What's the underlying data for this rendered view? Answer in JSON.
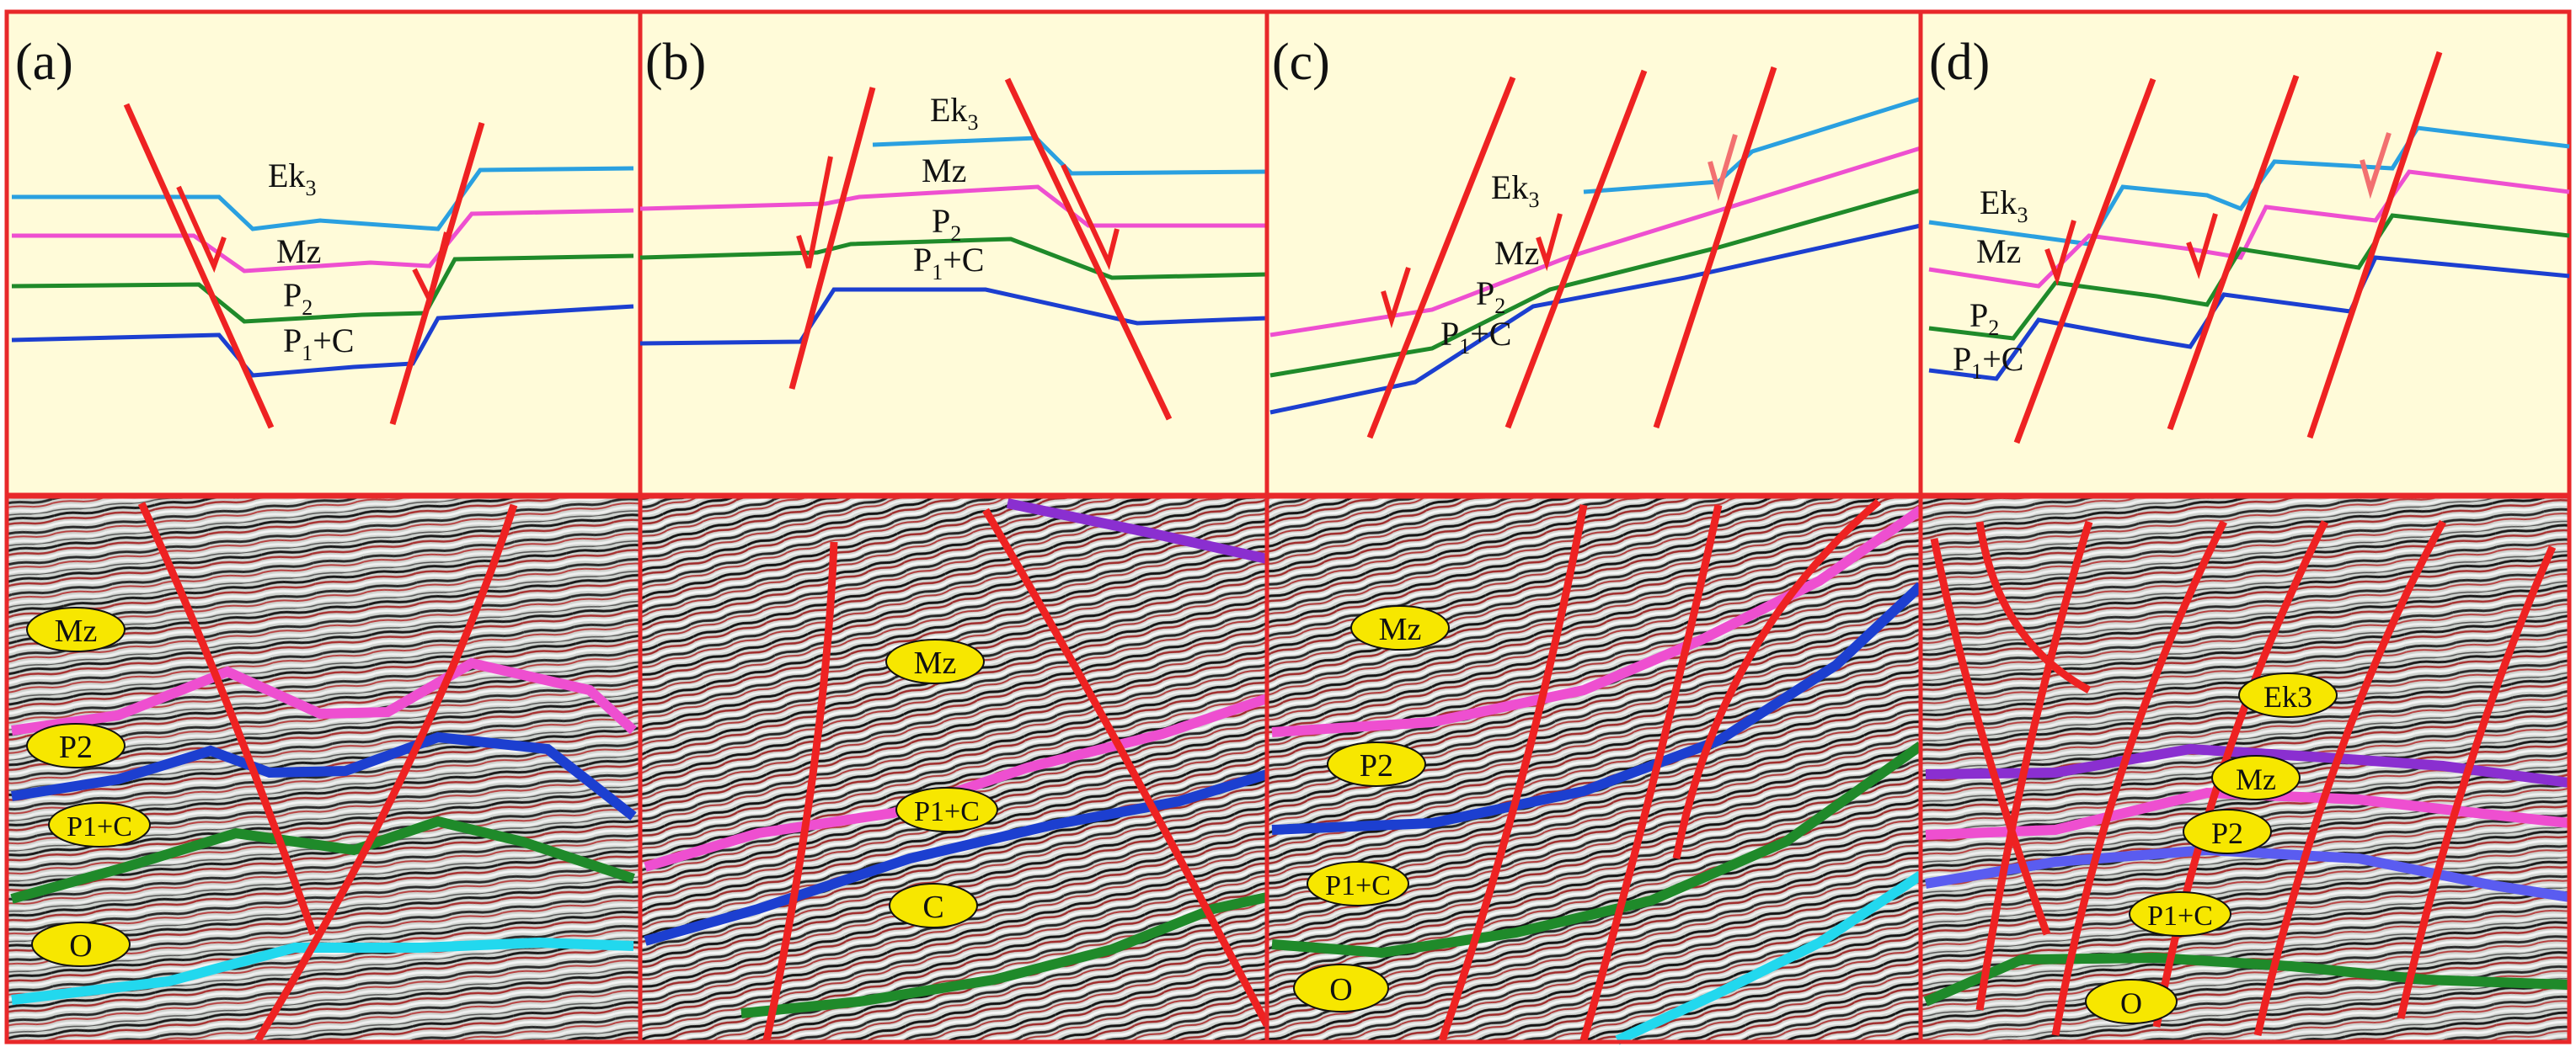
{
  "panels": [
    {
      "id": "a",
      "panel_label": "(a)",
      "schematic_labels": {
        "ek": "Ek",
        "ek_sub": "3",
        "mz": "Mz",
        "p2": "P",
        "p2_sub": "2",
        "p1c": "P",
        "p1c_sub": "1",
        "p1c_rest": "+C"
      },
      "seismic_labels": [
        "Mz",
        "P2",
        "P1+C",
        "O"
      ]
    },
    {
      "id": "b",
      "panel_label": "(b)",
      "schematic_labels": {
        "ek": "Ek",
        "ek_sub": "3",
        "mz": "Mz",
        "p2": "P",
        "p2_sub": "2",
        "p1c": "P",
        "p1c_sub": "1",
        "p1c_rest": "+C"
      },
      "seismic_labels": [
        "Mz",
        "P1+C",
        "C"
      ]
    },
    {
      "id": "c",
      "panel_label": "(c)",
      "schematic_labels": {
        "ek": "Ek",
        "ek_sub": "3",
        "mz": "Mz",
        "p2": "P",
        "p2_sub": "2",
        "p1c": "P",
        "p1c_sub": "1",
        "p1c_rest": "+C"
      },
      "seismic_labels": [
        "Mz",
        "P2",
        "P1+C",
        "O"
      ]
    },
    {
      "id": "d",
      "panel_label": "(d)",
      "schematic_labels": {
        "ek": "Ek",
        "ek_sub": "3",
        "mz": "Mz",
        "p2": "P",
        "p2_sub": "2",
        "p1c": "P",
        "p1c_sub": "1",
        "p1c_rest": "+C"
      },
      "seismic_labels": [
        "Ek3",
        "Mz",
        "P2",
        "P1+C",
        "O"
      ]
    }
  ],
  "colors": {
    "frame": "#e8282a",
    "fault": "#ee2222",
    "schematic_bg": "#fffbd9",
    "ek3": "#2aa0e0",
    "mz": "#ee4fd0",
    "p2": "#1f8a2a",
    "p1c": "#1c3fd0",
    "o": "#22d8ee",
    "ek3_seismic": "#8a2fd0",
    "label_fill": "#f7e700"
  }
}
